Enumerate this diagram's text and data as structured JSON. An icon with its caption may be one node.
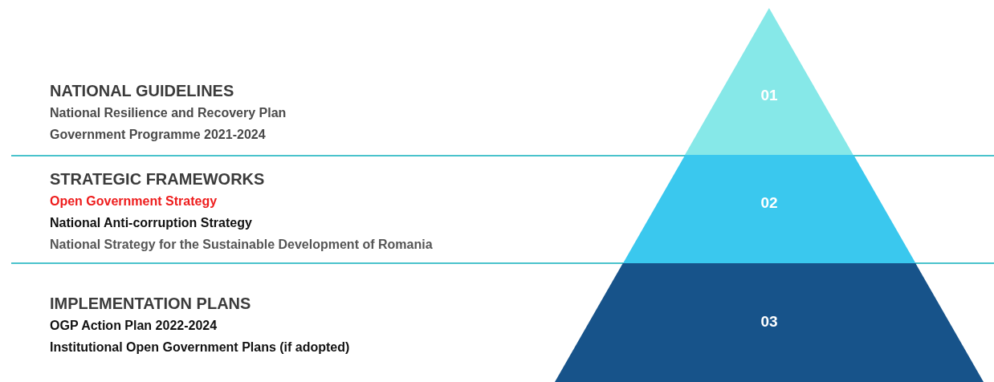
{
  "diagram": {
    "nodes": [
      {
        "text": [
          "01"
        ]
      },
      {
        "text": [
          "02"
        ]
      },
      {
        "text": [
          "03"
        ]
      }
    ],
    "labels": [
      "NATIONAL GUIDELINES",
      "National Resilience and Recovery Plan",
      "Government Programme 2021-2024",
      "STRATEGIC FRAMEWORKS",
      "Open Government Strategy",
      "National Anti-corruption Strategy",
      "National Strategy for the Sustainable Development of Romania",
      "IMPLEMENTATION PLANS",
      "OGP Action Plan 2022-2024",
      "Institutional Open Government Plans (if adopted)"
    ]
  }
}
